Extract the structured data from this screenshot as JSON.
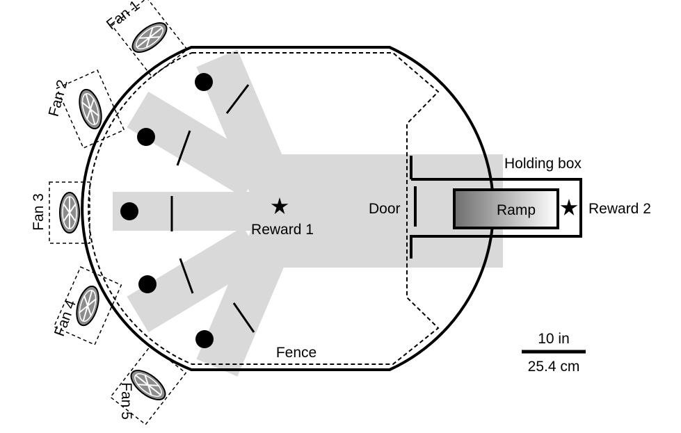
{
  "labels": {
    "fans": [
      "Fan 1",
      "Fan 2",
      "Fan 3",
      "Fan 4",
      "Fan 5"
    ],
    "reward_1": "Reward 1",
    "reward_2": "Reward 2",
    "door": "Door",
    "holding_box": "Holding box",
    "ramp": "Ramp",
    "fence": "Fence",
    "scale_in": "10 in",
    "scale_cm": "25.4 cm"
  },
  "colors": {
    "arena_stroke": "#000000",
    "runway_fill": "#d9d9d9",
    "ramp_gradient_dark": "#6e6e6e",
    "ramp_gradient_light": "#ffffff",
    "fan_fill": "#8c8c8c",
    "background": "#ffffff"
  },
  "icons": {
    "reward_marker": "star",
    "odor_port": "filled-circle",
    "fan": "fan-disc"
  }
}
